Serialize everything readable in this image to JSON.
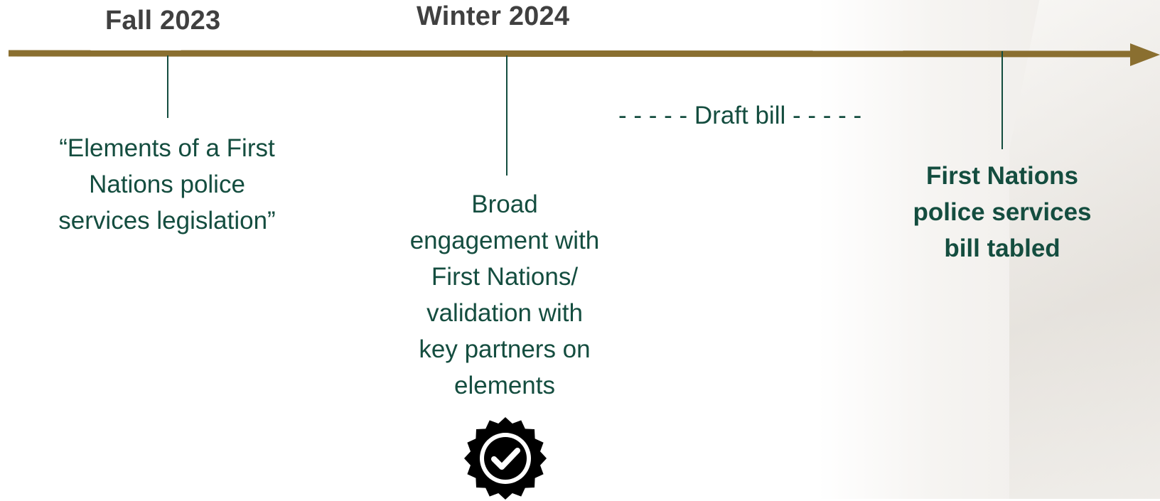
{
  "periods": {
    "fall": "Fall 2023",
    "winter": "Winter 2024"
  },
  "events": {
    "elements": [
      "“Elements of a First",
      "Nations police",
      "services legislation”"
    ],
    "engagement": [
      "Broad",
      "engagement with",
      "First Nations/",
      "validation with",
      "key partners on",
      "elements"
    ],
    "bill_tabled": [
      "First Nations",
      "police services",
      "bill tabled"
    ]
  },
  "draft_bill": "- - - - - Draft bill - - - - -",
  "colors": {
    "timeline_arrow": "#8a6f30",
    "connector": "#144d3f",
    "text": "#144d3f",
    "heading": "#404040",
    "badge": "#000000"
  },
  "icons": {
    "badge": "verified-check-badge-icon"
  }
}
